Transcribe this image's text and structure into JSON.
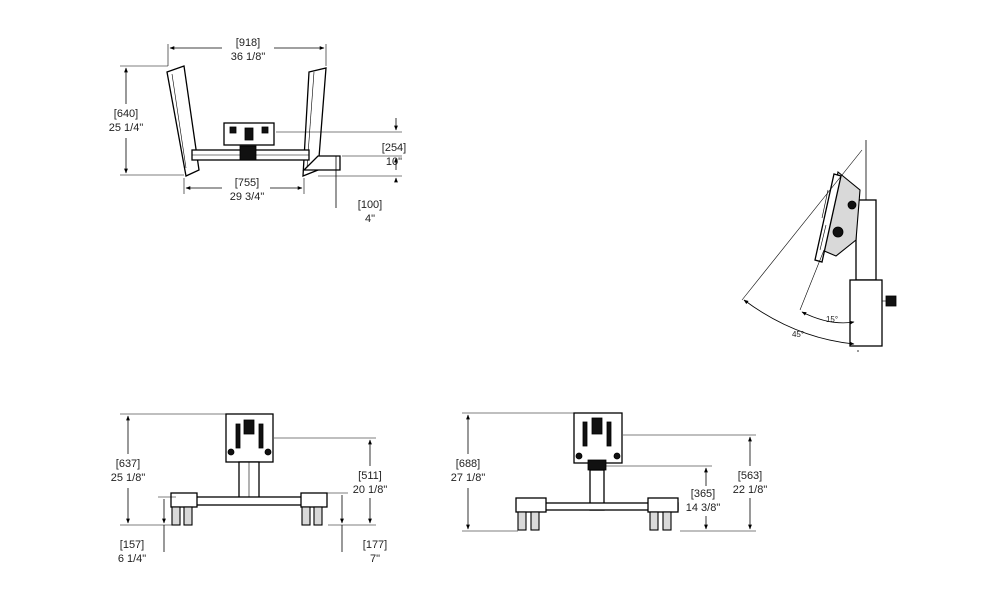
{
  "top_view": {
    "overall_width": {
      "mm": "[918]",
      "inch": "36 1/8\""
    },
    "overall_depth": {
      "mm": "[640]",
      "inch": "25 1/4\""
    },
    "base_width": {
      "mm": "[755]",
      "inch": "29 3/4\""
    },
    "mount_offset": {
      "mm": "[254]",
      "inch": "10\""
    },
    "base_offset": {
      "mm": "[100]",
      "inch": "4\""
    }
  },
  "tilt_view": {
    "angle_small": "15°",
    "angle_large": "45°"
  },
  "front_view": {
    "max_height": {
      "mm": "[637]",
      "inch": "25 1/8\""
    },
    "mount_height": {
      "mm": "[511]",
      "inch": "20 1/8\""
    },
    "min_height": {
      "mm": "[157]",
      "inch": "6 1/4\""
    },
    "base_height": {
      "mm": "[177]",
      "inch": "7\""
    }
  },
  "side_view": {
    "max_height": {
      "mm": "[688]",
      "inch": "27 1/8\""
    },
    "mount_height": {
      "mm": "[563]",
      "inch": "22 1/8\""
    },
    "column_height": {
      "mm": "[365]",
      "inch": "14 3/8\""
    }
  }
}
